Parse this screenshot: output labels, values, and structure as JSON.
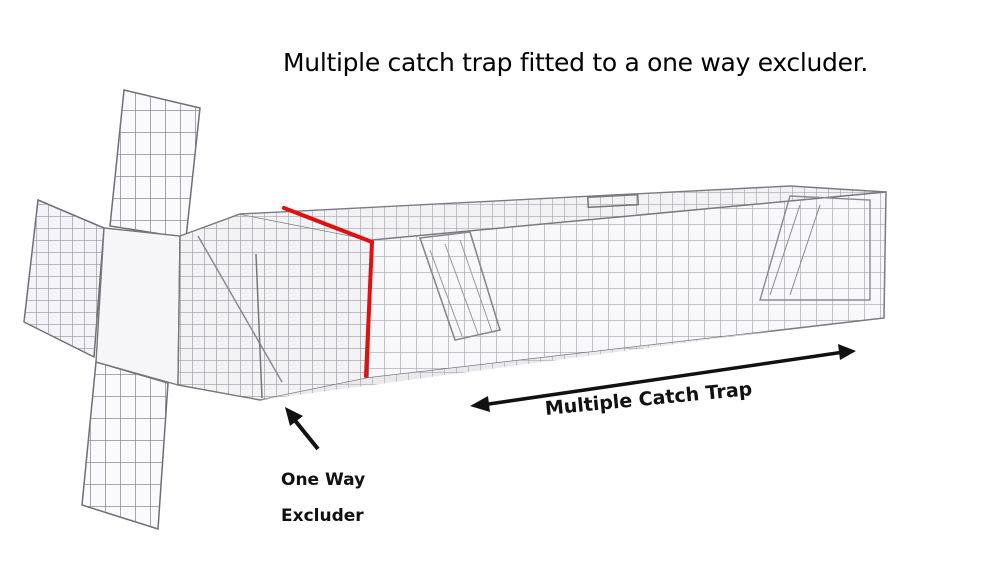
{
  "title": "Multiple catch trap fitted to a one way excluder.",
  "labels": {
    "excluder_line1": "One Way",
    "excluder_line2": "Excluder",
    "trap": "Multiple Catch Trap"
  },
  "icons": {
    "excluder_arrow": "arrow-up-left-icon",
    "trap_arrow": "double-headed-arrow-icon",
    "divider": "red-divider-line"
  },
  "colors": {
    "background": "#ffffff",
    "text": "#000000",
    "wire": "#8a8a92",
    "divider": "#e01010",
    "arrow": "#111111"
  }
}
